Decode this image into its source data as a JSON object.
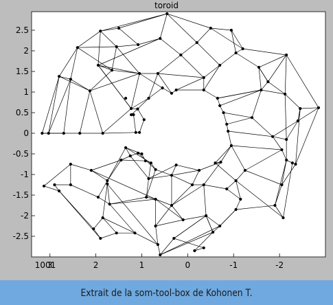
{
  "chart_data": {
    "type": "network",
    "title": "toroid",
    "xlim": [
      3.4,
      -3.0
    ],
    "ylim": [
      -3.0,
      2.95
    ],
    "x_ticks": [
      {
        "value": 3,
        "label": "3"
      },
      {
        "value": 2,
        "label": "2"
      },
      {
        "value": 1,
        "label": "1"
      },
      {
        "value": 0,
        "label": "0"
      },
      {
        "value": -1,
        "label": "-1"
      },
      {
        "value": -2,
        "label": "-2"
      }
    ],
    "x_tick_overlay": {
      "text": "1001",
      "value": 3.1
    },
    "y_ticks": [
      {
        "value": 2.5,
        "label": "2.5"
      },
      {
        "value": 2,
        "label": "2"
      },
      {
        "value": 1.5,
        "label": "1.5"
      },
      {
        "value": 1,
        "label": "1"
      },
      {
        "value": 0.5,
        "label": "0.5"
      },
      {
        "value": 0,
        "label": "0"
      },
      {
        "value": -0.5,
        "label": "-0.5"
      },
      {
        "value": -1,
        "label": "-1"
      },
      {
        "value": -1.5,
        "label": "-1.5"
      },
      {
        "value": -2,
        "label": "-2"
      },
      {
        "value": -2.5,
        "label": "-2.5"
      }
    ],
    "nodes": [
      [
        3.17,
        0.0
      ],
      [
        3.03,
        0.0
      ],
      [
        2.8,
        1.38
      ],
      [
        2.55,
        1.31
      ],
      [
        2.35,
        0.0
      ],
      [
        2.7,
        0.0
      ],
      [
        2.13,
        1.03
      ],
      [
        1.85,
        0.0
      ],
      [
        2.4,
        2.08
      ],
      [
        1.65,
        1.53
      ],
      [
        1.9,
        2.48
      ],
      [
        1.55,
        2.1
      ],
      [
        1.05,
        1.45
      ],
      [
        1.23,
        0.6
      ],
      [
        1.09,
        0.59
      ],
      [
        1.23,
        0.45
      ],
      [
        1.18,
        0.45
      ],
      [
        1.13,
        0.02
      ],
      [
        1.05,
        0.02
      ],
      [
        0.95,
        0.33
      ],
      [
        0.85,
        0.85
      ],
      [
        0.55,
        1.1
      ],
      [
        0.35,
        0.97
      ],
      [
        0.25,
        1.05
      ],
      [
        -0.35,
        1.05
      ],
      [
        -0.65,
        0.85
      ],
      [
        -0.7,
        0.67
      ],
      [
        -0.78,
        0.5
      ],
      [
        -0.85,
        0.22
      ],
      [
        -0.88,
        0.05
      ],
      [
        -0.95,
        -0.3
      ],
      [
        -0.6,
        -0.72
      ],
      [
        -0.72,
        -0.7
      ],
      [
        -0.25,
        -0.9
      ],
      [
        0.35,
        -1.02
      ],
      [
        0.7,
        -0.88
      ],
      [
        0.8,
        -0.72
      ],
      [
        0.92,
        -0.67
      ],
      [
        1.0,
        -0.5
      ],
      [
        1.08,
        -0.48
      ],
      [
        0.85,
        -1.1
      ],
      [
        0.25,
        -0.77
      ],
      [
        0.15,
        1.9
      ],
      [
        0.6,
        2.3
      ],
      [
        0.45,
        2.9
      ],
      [
        1.5,
        2.55
      ],
      [
        1.08,
        2.15
      ],
      [
        0.65,
        1.45
      ],
      [
        -0.2,
        2.2
      ],
      [
        -0.5,
        2.55
      ],
      [
        -0.7,
        1.65
      ],
      [
        -0.95,
        2.5
      ],
      [
        -1.05,
        1.95
      ],
      [
        -1.55,
        1.6
      ],
      [
        -1.6,
        1.05
      ],
      [
        -1.4,
        0.38
      ],
      [
        -1.75,
        1.25
      ],
      [
        -2.15,
        1.9
      ],
      [
        -2.12,
        0.95
      ],
      [
        -2.45,
        0.6
      ],
      [
        -2.85,
        0.62
      ],
      [
        -2.4,
        0.3
      ],
      [
        -2.15,
        -0.15
      ],
      [
        -2.15,
        -0.65
      ],
      [
        -2.28,
        -0.72
      ],
      [
        -2.35,
        -0.75
      ],
      [
        -1.85,
        -0.08
      ],
      [
        -2.05,
        -0.4
      ],
      [
        -2.05,
        -1.25
      ],
      [
        -1.9,
        -1.75
      ],
      [
        -2.08,
        -2.05
      ],
      [
        -1.05,
        -1.15
      ],
      [
        -1.25,
        -0.9
      ],
      [
        -1.15,
        -1.6
      ],
      [
        -1.05,
        -1.85
      ],
      [
        -0.85,
        -1.35
      ],
      [
        -0.35,
        -1.25
      ],
      [
        -0.1,
        -1.25
      ],
      [
        -0.7,
        -2.25
      ],
      [
        -0.4,
        -2.0
      ],
      [
        -0.55,
        -2.4
      ],
      [
        0.1,
        -2.1
      ],
      [
        0.35,
        -1.75
      ],
      [
        0.7,
        -1.6
      ],
      [
        0.9,
        -1.55
      ],
      [
        1.7,
        -1.72
      ],
      [
        1.75,
        -1.15
      ],
      [
        1.95,
        -1.55
      ],
      [
        2.1,
        -0.9
      ],
      [
        2.55,
        -0.75
      ],
      [
        2.9,
        -1.25
      ],
      [
        2.8,
        -1.4
      ],
      [
        3.13,
        -1.28
      ],
      [
        2.55,
        -1.25
      ],
      [
        1.35,
        -0.35
      ],
      [
        1.25,
        -0.55
      ],
      [
        1.45,
        -0.65
      ],
      [
        1.75,
        -1.23
      ],
      [
        1.9,
        -2.55
      ],
      [
        2.05,
        -2.32
      ],
      [
        1.55,
        -2.42
      ],
      [
        1.85,
        -2.05
      ],
      [
        1.15,
        -2.42
      ],
      [
        0.65,
        -2.7
      ],
      [
        0.7,
        -2.25
      ],
      [
        0.6,
        -2.95
      ],
      [
        0.3,
        -2.55
      ],
      [
        -0.35,
        -2.78
      ],
      [
        -0.15,
        -2.85
      ],
      [
        1.95,
        1.65
      ],
      [
        -1.2,
        2.05
      ],
      [
        -0.35,
        1.35
      ],
      [
        1.35,
        0.85
      ]
    ],
    "edges": [
      [
        0,
        1
      ],
      [
        0,
        2
      ],
      [
        1,
        2
      ],
      [
        1,
        5
      ],
      [
        1,
        3
      ],
      [
        5,
        4
      ],
      [
        4,
        7
      ],
      [
        7,
        17
      ],
      [
        17,
        18
      ],
      [
        5,
        3
      ],
      [
        2,
        3
      ],
      [
        3,
        6
      ],
      [
        4,
        6
      ],
      [
        6,
        7
      ],
      [
        2,
        8
      ],
      [
        3,
        8
      ],
      [
        8,
        10
      ],
      [
        8,
        9
      ],
      [
        9,
        6
      ],
      [
        9,
        11
      ],
      [
        10,
        11
      ],
      [
        11,
        12
      ],
      [
        9,
        12
      ],
      [
        12,
        13
      ],
      [
        13,
        14
      ],
      [
        14,
        15
      ],
      [
        15,
        16
      ],
      [
        16,
        17
      ],
      [
        17,
        18
      ],
      [
        18,
        19
      ],
      [
        19,
        14
      ],
      [
        13,
        7
      ],
      [
        6,
        12
      ],
      [
        10,
        45
      ],
      [
        45,
        44
      ],
      [
        44,
        43
      ],
      [
        43,
        42
      ],
      [
        42,
        47
      ],
      [
        47,
        12
      ],
      [
        46,
        45
      ],
      [
        46,
        11
      ],
      [
        46,
        43
      ],
      [
        47,
        20
      ],
      [
        20,
        13
      ],
      [
        20,
        21
      ],
      [
        21,
        22
      ],
      [
        22,
        23
      ],
      [
        23,
        24
      ],
      [
        24,
        25
      ],
      [
        25,
        26
      ],
      [
        26,
        27
      ],
      [
        27,
        28
      ],
      [
        28,
        29
      ],
      [
        29,
        30
      ],
      [
        30,
        31
      ],
      [
        30,
        32
      ],
      [
        31,
        32
      ],
      [
        32,
        33
      ],
      [
        33,
        34
      ],
      [
        34,
        35
      ],
      [
        35,
        36
      ],
      [
        36,
        37
      ],
      [
        37,
        38
      ],
      [
        38,
        39
      ],
      [
        39,
        35
      ],
      [
        40,
        36
      ],
      [
        40,
        34
      ],
      [
        41,
        33
      ],
      [
        41,
        34
      ],
      [
        41,
        40
      ],
      [
        44,
        49
      ],
      [
        44,
        48
      ],
      [
        48,
        49
      ],
      [
        48,
        42
      ],
      [
        48,
        50
      ],
      [
        49,
        51
      ],
      [
        51,
        52
      ],
      [
        50,
        52
      ],
      [
        50,
        24
      ],
      [
        50,
        111
      ],
      [
        111,
        23
      ],
      [
        111,
        47
      ],
      [
        42,
        111
      ],
      [
        52,
        53
      ],
      [
        53,
        54
      ],
      [
        54,
        25
      ],
      [
        54,
        26
      ],
      [
        55,
        27
      ],
      [
        55,
        28
      ],
      [
        54,
        55
      ],
      [
        53,
        56
      ],
      [
        56,
        54
      ],
      [
        57,
        53
      ],
      [
        57,
        58
      ],
      [
        58,
        59
      ],
      [
        59,
        60
      ],
      [
        60,
        57
      ],
      [
        51,
        110
      ],
      [
        110,
        57
      ],
      [
        110,
        52
      ],
      [
        49,
        110
      ],
      [
        58,
        56
      ],
      [
        59,
        61
      ],
      [
        61,
        62
      ],
      [
        62,
        63
      ],
      [
        63,
        64
      ],
      [
        64,
        65
      ],
      [
        65,
        59
      ],
      [
        60,
        65
      ],
      [
        61,
        66
      ],
      [
        66,
        29
      ],
      [
        66,
        55
      ],
      [
        66,
        67
      ],
      [
        67,
        63
      ],
      [
        67,
        30
      ],
      [
        62,
        66
      ],
      [
        63,
        68
      ],
      [
        68,
        69
      ],
      [
        69,
        70
      ],
      [
        70,
        64
      ],
      [
        68,
        72
      ],
      [
        72,
        30
      ],
      [
        72,
        71
      ],
      [
        71,
        31
      ],
      [
        71,
        73
      ],
      [
        73,
        74
      ],
      [
        74,
        69
      ],
      [
        71,
        75
      ],
      [
        75,
        76
      ],
      [
        76,
        32
      ],
      [
        76,
        77
      ],
      [
        77,
        33
      ],
      [
        77,
        34
      ],
      [
        75,
        73
      ],
      [
        74,
        78
      ],
      [
        78,
        79
      ],
      [
        79,
        80
      ],
      [
        80,
        78
      ],
      [
        79,
        81
      ],
      [
        81,
        82
      ],
      [
        82,
        77
      ],
      [
        76,
        79
      ],
      [
        81,
        83
      ],
      [
        83,
        84
      ],
      [
        84,
        35
      ],
      [
        84,
        40
      ],
      [
        82,
        34
      ],
      [
        83,
        82
      ],
      [
        81,
        104
      ],
      [
        104,
        103
      ],
      [
        103,
        105
      ],
      [
        105,
        106
      ],
      [
        106,
        107
      ],
      [
        107,
        108
      ],
      [
        108,
        80
      ],
      [
        80,
        79
      ],
      [
        106,
        79
      ],
      [
        104,
        83
      ],
      [
        103,
        102
      ],
      [
        102,
        100
      ],
      [
        100,
        98
      ],
      [
        98,
        99
      ],
      [
        99,
        101
      ],
      [
        101,
        100
      ],
      [
        101,
        97
      ],
      [
        97,
        85
      ],
      [
        85,
        87
      ],
      [
        87,
        86
      ],
      [
        86,
        88
      ],
      [
        88,
        89
      ],
      [
        89,
        93
      ],
      [
        93,
        90
      ],
      [
        90,
        91
      ],
      [
        91,
        92
      ],
      [
        92,
        89
      ],
      [
        93,
        87
      ],
      [
        91,
        99
      ],
      [
        85,
        84
      ],
      [
        86,
        94
      ],
      [
        94,
        95
      ],
      [
        95,
        96
      ],
      [
        96,
        86
      ],
      [
        94,
        38
      ],
      [
        95,
        39
      ],
      [
        96,
        37
      ],
      [
        88,
        96
      ],
      [
        98,
        91
      ],
      [
        102,
        85
      ],
      [
        85,
        83
      ],
      [
        97,
        86
      ],
      [
        102,
        101
      ],
      [
        43,
        109
      ],
      [
        109,
        10
      ],
      [
        109,
        12
      ],
      [
        21,
        12
      ],
      [
        22,
        47
      ],
      [
        20,
        14
      ],
      [
        13,
        109
      ],
      [
        111,
        24
      ],
      [
        25,
        54
      ],
      [
        53,
        56
      ],
      [
        57,
        56
      ],
      [
        60,
        61
      ],
      [
        62,
        58
      ],
      [
        65,
        68
      ],
      [
        63,
        69
      ],
      [
        70,
        71
      ],
      [
        72,
        67
      ],
      [
        74,
        78
      ],
      [
        76,
        82
      ],
      [
        82,
        104
      ],
      [
        79,
        106
      ],
      [
        105,
        78
      ],
      [
        105,
        80
      ],
      [
        97,
        103
      ],
      [
        88,
        83
      ],
      [
        94,
        36
      ],
      [
        95,
        40
      ],
      [
        2,
        6
      ],
      [
        0,
        5
      ],
      [
        8,
        11
      ],
      [
        10,
        44
      ],
      [
        9,
        109
      ],
      [
        109,
        13
      ],
      [
        58,
        54
      ],
      [
        61,
        59
      ]
    ]
  },
  "caption": {
    "text": "Extrait de la som-tool-box de Kohonen T."
  },
  "colors": {
    "frame_background": "#bdbdbd",
    "plot_background": "#ffffff",
    "lines": "#000000",
    "caption_bar": "#6fa9e0"
  }
}
